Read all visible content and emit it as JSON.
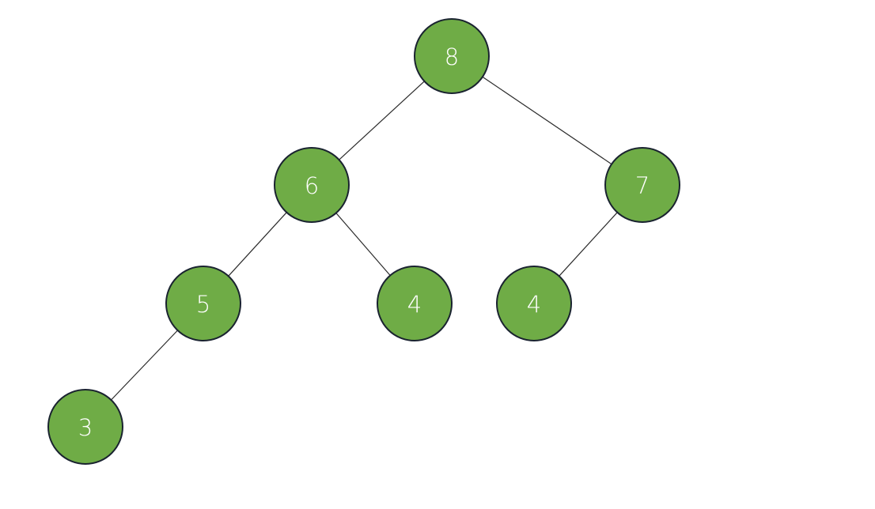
{
  "colors": {
    "node_fill": "#6fac46",
    "node_stroke": "#1a2330",
    "label_color": "#ffffff",
    "edge_color": "#2a2a2a"
  },
  "tree": {
    "nodes": [
      {
        "id": "n8",
        "label": "8"
      },
      {
        "id": "n6",
        "label": "6"
      },
      {
        "id": "n7",
        "label": "7"
      },
      {
        "id": "n5",
        "label": "5"
      },
      {
        "id": "n4a",
        "label": "4"
      },
      {
        "id": "n4b",
        "label": "4"
      },
      {
        "id": "n3",
        "label": "3"
      }
    ],
    "edges": [
      {
        "from": "n8",
        "to": "n6"
      },
      {
        "from": "n8",
        "to": "n7"
      },
      {
        "from": "n6",
        "to": "n5"
      },
      {
        "from": "n6",
        "to": "n4a"
      },
      {
        "from": "n7",
        "to": "n4b"
      },
      {
        "from": "n5",
        "to": "n3"
      }
    ]
  }
}
